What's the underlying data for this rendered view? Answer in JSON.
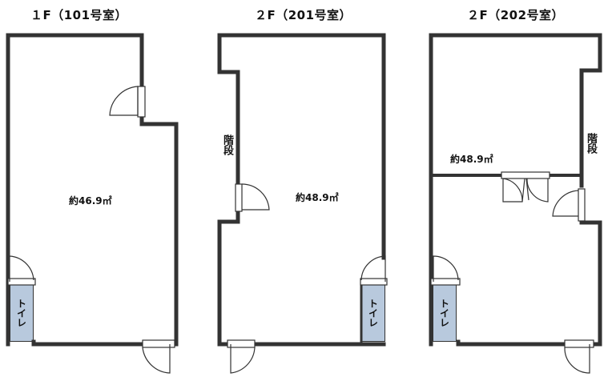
{
  "plans": [
    {
      "title": "１F（101号室）",
      "area": "約46.9㎡",
      "toilet": "トイレ"
    },
    {
      "title": "２F（201号室）",
      "area": "約48.9㎡",
      "toilet": "トイレ",
      "stairs": "階段"
    },
    {
      "title": "２F（202号室）",
      "area": "約48.9㎡",
      "toilet": "トイレ",
      "stairs": "階段"
    }
  ],
  "colors": {
    "wall": "#333333",
    "toilet_fill": "#b8c9dd"
  }
}
